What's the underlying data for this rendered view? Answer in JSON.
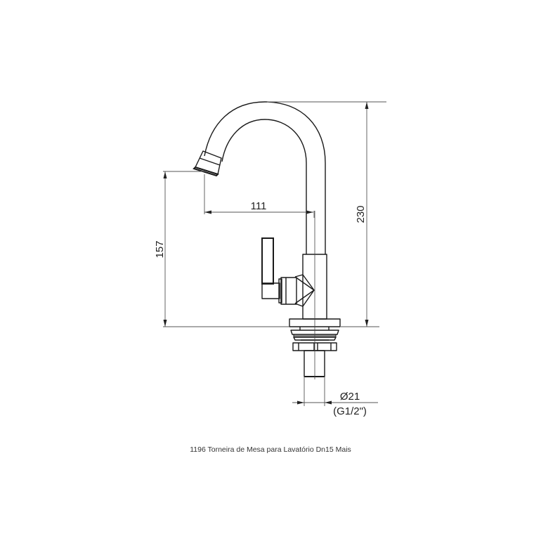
{
  "drawing": {
    "title": "1196 Torneira de Mesa para Lavatório Dn15 Mais",
    "dimensions": {
      "total_height": "230",
      "spout_height": "157",
      "spout_reach": "111",
      "thread_diameter": "Ø21",
      "thread_spec": "(G1/2\")"
    },
    "colors": {
      "line": "#1a1a1a",
      "dimension_line": "#555555",
      "background": "#ffffff"
    }
  }
}
